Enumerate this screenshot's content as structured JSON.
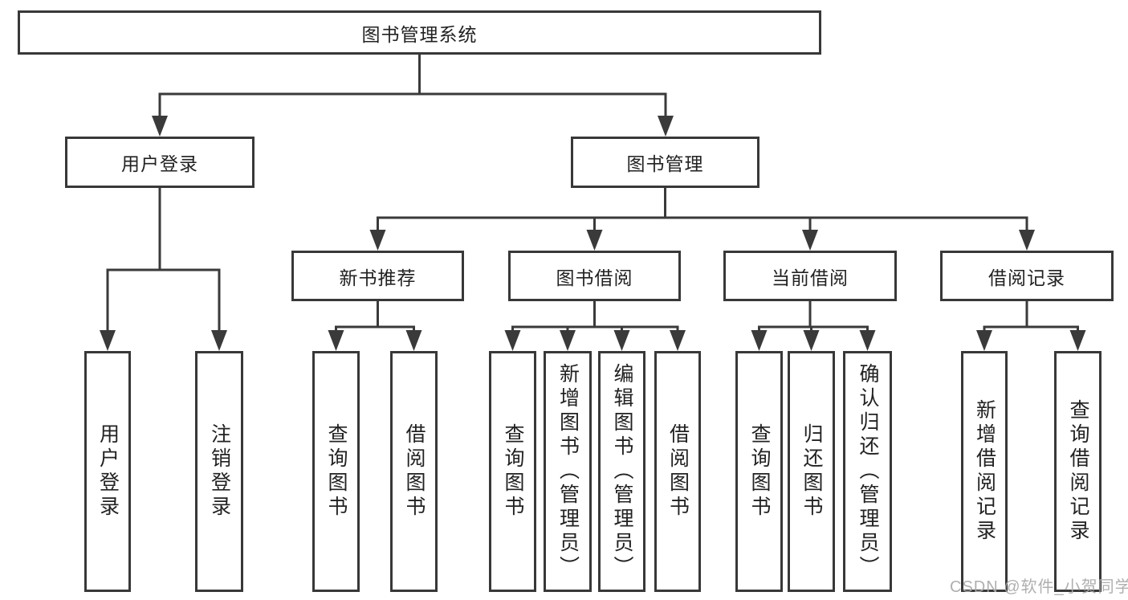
{
  "diagram_title": "图书管理系统",
  "watermark": "CSDN @软件_小贺同学",
  "colors": {
    "line": "#3a3a3a",
    "box_border": "#383838",
    "text": "#222222",
    "watermark": "#a8a8a8",
    "background": "#ffffff"
  },
  "tree": {
    "label": "图书管理系统",
    "children": [
      {
        "label": "用户登录",
        "children": [
          {
            "label": "用户登录"
          },
          {
            "label": "注销登录"
          }
        ]
      },
      {
        "label": "图书管理",
        "children": [
          {
            "label": "新书推荐",
            "children": [
              {
                "label": "查询图书"
              },
              {
                "label": "借阅图书"
              }
            ]
          },
          {
            "label": "图书借阅",
            "children": [
              {
                "label": "查询图书"
              },
              {
                "label": "新增图书（管理员）"
              },
              {
                "label": "编辑图书（管理员）"
              },
              {
                "label": "借阅图书"
              }
            ]
          },
          {
            "label": "当前借阅",
            "children": [
              {
                "label": "查询图书"
              },
              {
                "label": "归还图书"
              },
              {
                "label": "确认归还（管理员）"
              }
            ]
          },
          {
            "label": "借阅记录",
            "children": [
              {
                "label": "新增借阅记录"
              },
              {
                "label": "查询借阅记录"
              }
            ]
          }
        ]
      }
    ]
  }
}
